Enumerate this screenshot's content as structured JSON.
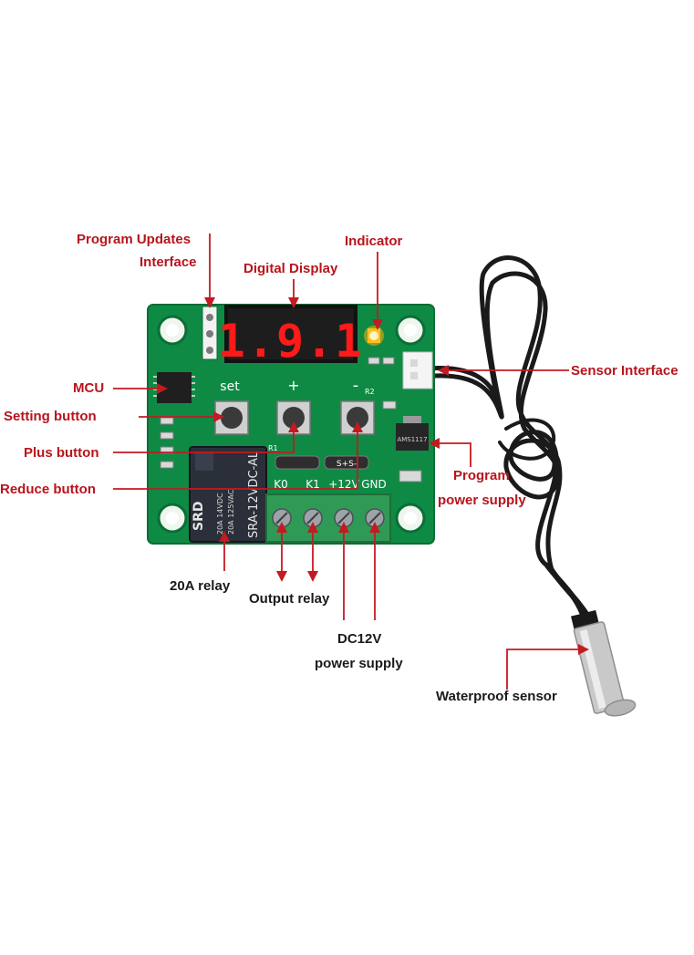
{
  "colors": {
    "label": "#b8141c",
    "label_dark": "#1a1a1a",
    "line": "#c41a22",
    "pcb": "#0f8a45",
    "pcb_dark": "#0a6e36",
    "display_on": "#ff1a1a",
    "relay": "#2b2f3a",
    "terminal": "#2f9a55",
    "cable": "#1a1a1a",
    "sensor_metal": "#c9c9c9"
  },
  "labels": {
    "program_updates": "Program Updates",
    "interface": "Interface",
    "digital_display": "Digital Display",
    "indicator": "Indicator",
    "sensor_interface": "Sensor Interface",
    "mcu": "MCU",
    "setting_button": "Setting button",
    "plus_button": "Plus button",
    "reduce_button": "Reduce button",
    "program": "Program",
    "program_power_supply": "power supply",
    "relay_20a": "20A relay",
    "output_relay": "Output relay",
    "dc12v": "DC12V",
    "dc12v_power_supply": "power supply",
    "waterproof_sensor": "Waterproof sensor"
  },
  "board": {
    "display_text": "1.9.1",
    "btn_set": "set",
    "btn_plus": "+",
    "btn_minus": "-",
    "terminal_labels": [
      "K0",
      "K1",
      "+12V",
      "GND"
    ],
    "relay_model": "SRA-12VDC-AL",
    "relay_brand": "SRD",
    "relay_spec_1": "20A 14VDC",
    "relay_spec_2": "20A 125VAC",
    "sensor_header": "S+S-",
    "regulator": "AMS1117",
    "res_r1": "R1",
    "res_r2": "R2"
  },
  "icons": {
    "display": "seven-segment-display-icon",
    "led": "led-indicator-icon",
    "button": "tactile-button-icon",
    "relay": "relay-icon",
    "terminal": "screw-terminal-icon",
    "chip": "mcu-chip-icon",
    "probe": "temperature-probe-icon"
  }
}
